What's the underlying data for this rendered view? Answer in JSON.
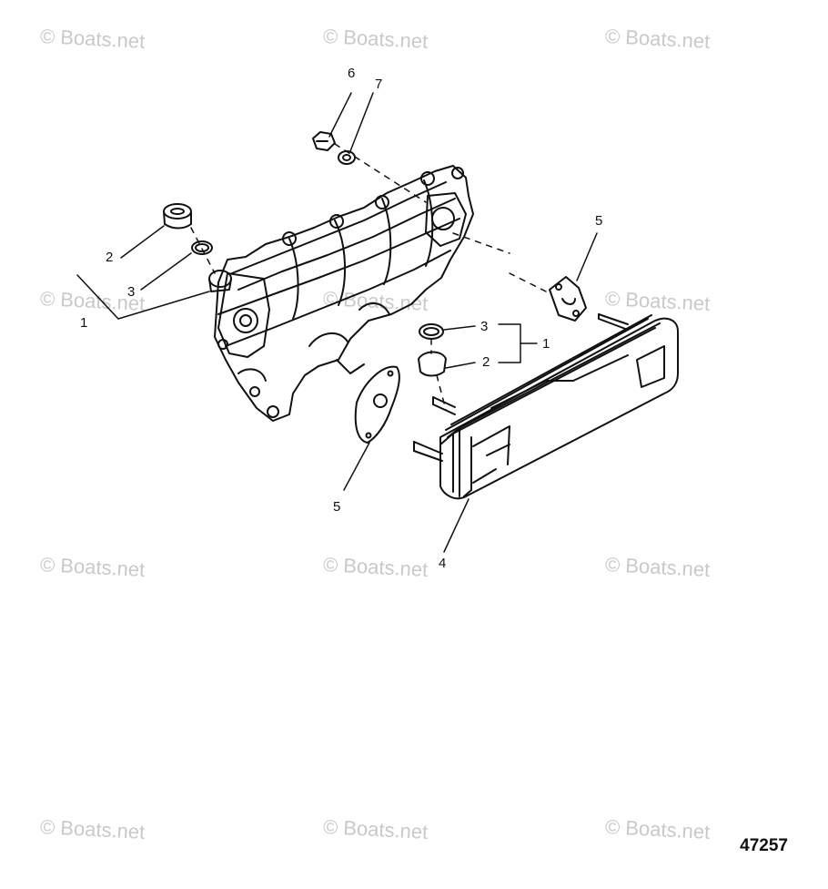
{
  "watermark": "© Boats.net",
  "figure_number": "47257",
  "callouts": {
    "c1_left": "1",
    "c2_left": "2",
    "c3_left": "3",
    "c4": "4",
    "c5_right": "5",
    "c5_bottom": "5",
    "c6": "6",
    "c7": "7",
    "c1_right": "1",
    "c2_right": "2",
    "c3_right": "3"
  }
}
